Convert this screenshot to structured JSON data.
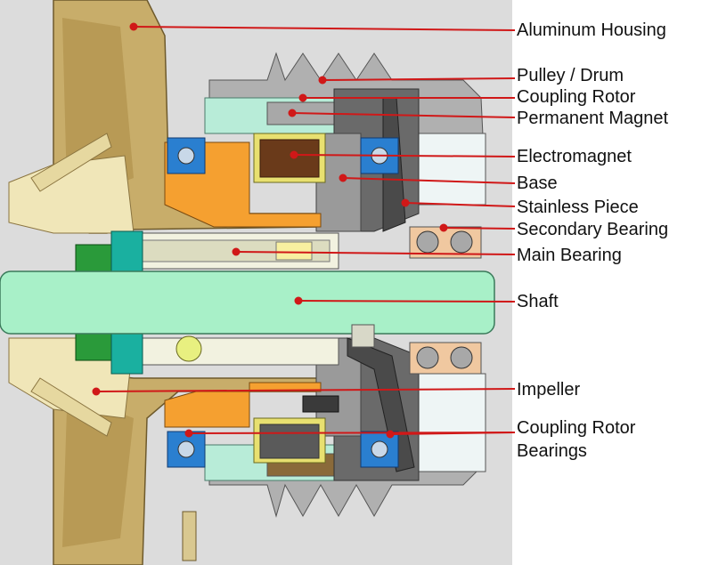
{
  "labels": {
    "aluminum_housing": "Aluminum Housing",
    "pulley_drum": "Pulley / Drum",
    "coupling_rotor": "Coupling Rotor",
    "permanent_magnet": "Permanent  Magnet",
    "electromagnet": "Electromagnet",
    "base": "Base",
    "stainless_piece": "Stainless Piece",
    "secondary_bearing": "Secondary Bearing",
    "main_bearing": "Main Bearing",
    "shaft": "Shaft",
    "impeller": "Impeller",
    "coupling_rotor_bearings_1": "Coupling Rotor",
    "coupling_rotor_bearings_2": "Bearings"
  },
  "colors": {
    "housing": "#c8ad6a",
    "housing_dark": "#8a7440",
    "shaft": "#a8f0c8",
    "orange": "#f5a030",
    "leader": "#d01818",
    "bearing_blue": "#2a7fd0",
    "grey": "#9a9a9a",
    "mint": "#b8ecd8"
  }
}
